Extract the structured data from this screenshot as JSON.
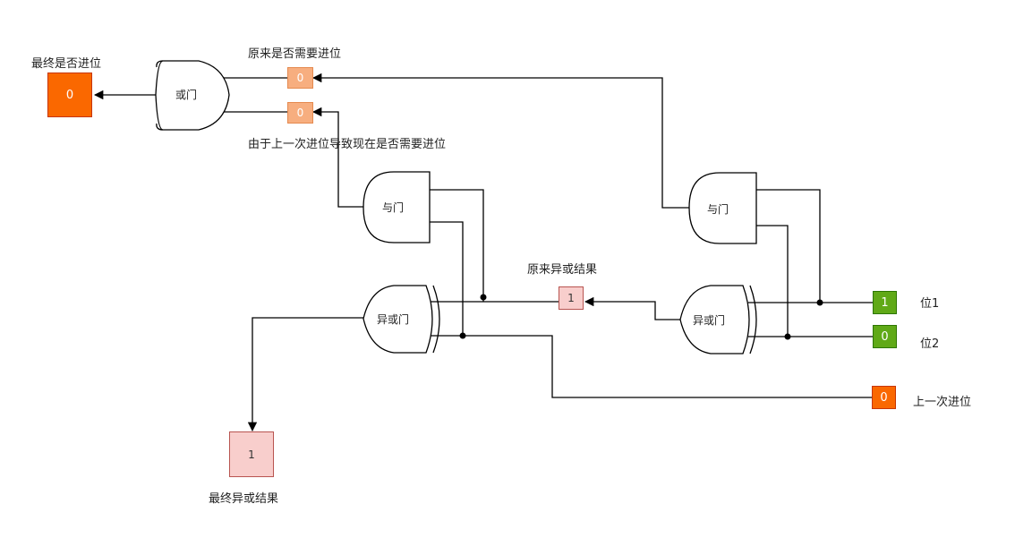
{
  "labels": {
    "final_carry_title": "最终是否进位",
    "orig_carry_title": "原来是否需要进位",
    "carry_from_prev_title": "由于上一次进位导致现在是否需要进位",
    "orig_xor_title": "原来异或结果",
    "final_xor_title": "最终异或结果",
    "bit1": "位1",
    "bit2": "位2",
    "prev_carry": "上一次进位"
  },
  "gates": {
    "or_gate": "或门",
    "and_gate_left": "与门",
    "and_gate_right": "与门",
    "xor_gate_left": "异或门",
    "xor_gate_right": "异或门"
  },
  "values": {
    "final_carry": "0",
    "orig_carry": "0",
    "carry_from_prev": "0",
    "orig_xor": "1",
    "final_xor": "1",
    "bit1": "1",
    "bit2": "0",
    "prev_carry": "0"
  },
  "colors": {
    "carry_output": "#fa6800",
    "small_output": "#f7ae7f",
    "xor_result_fill": "#f8cecc",
    "xor_result_border": "#b85450",
    "bit_input": "#60a917",
    "bit_input_border": "#2d7600",
    "prev_carry_input": "#fa6800"
  }
}
